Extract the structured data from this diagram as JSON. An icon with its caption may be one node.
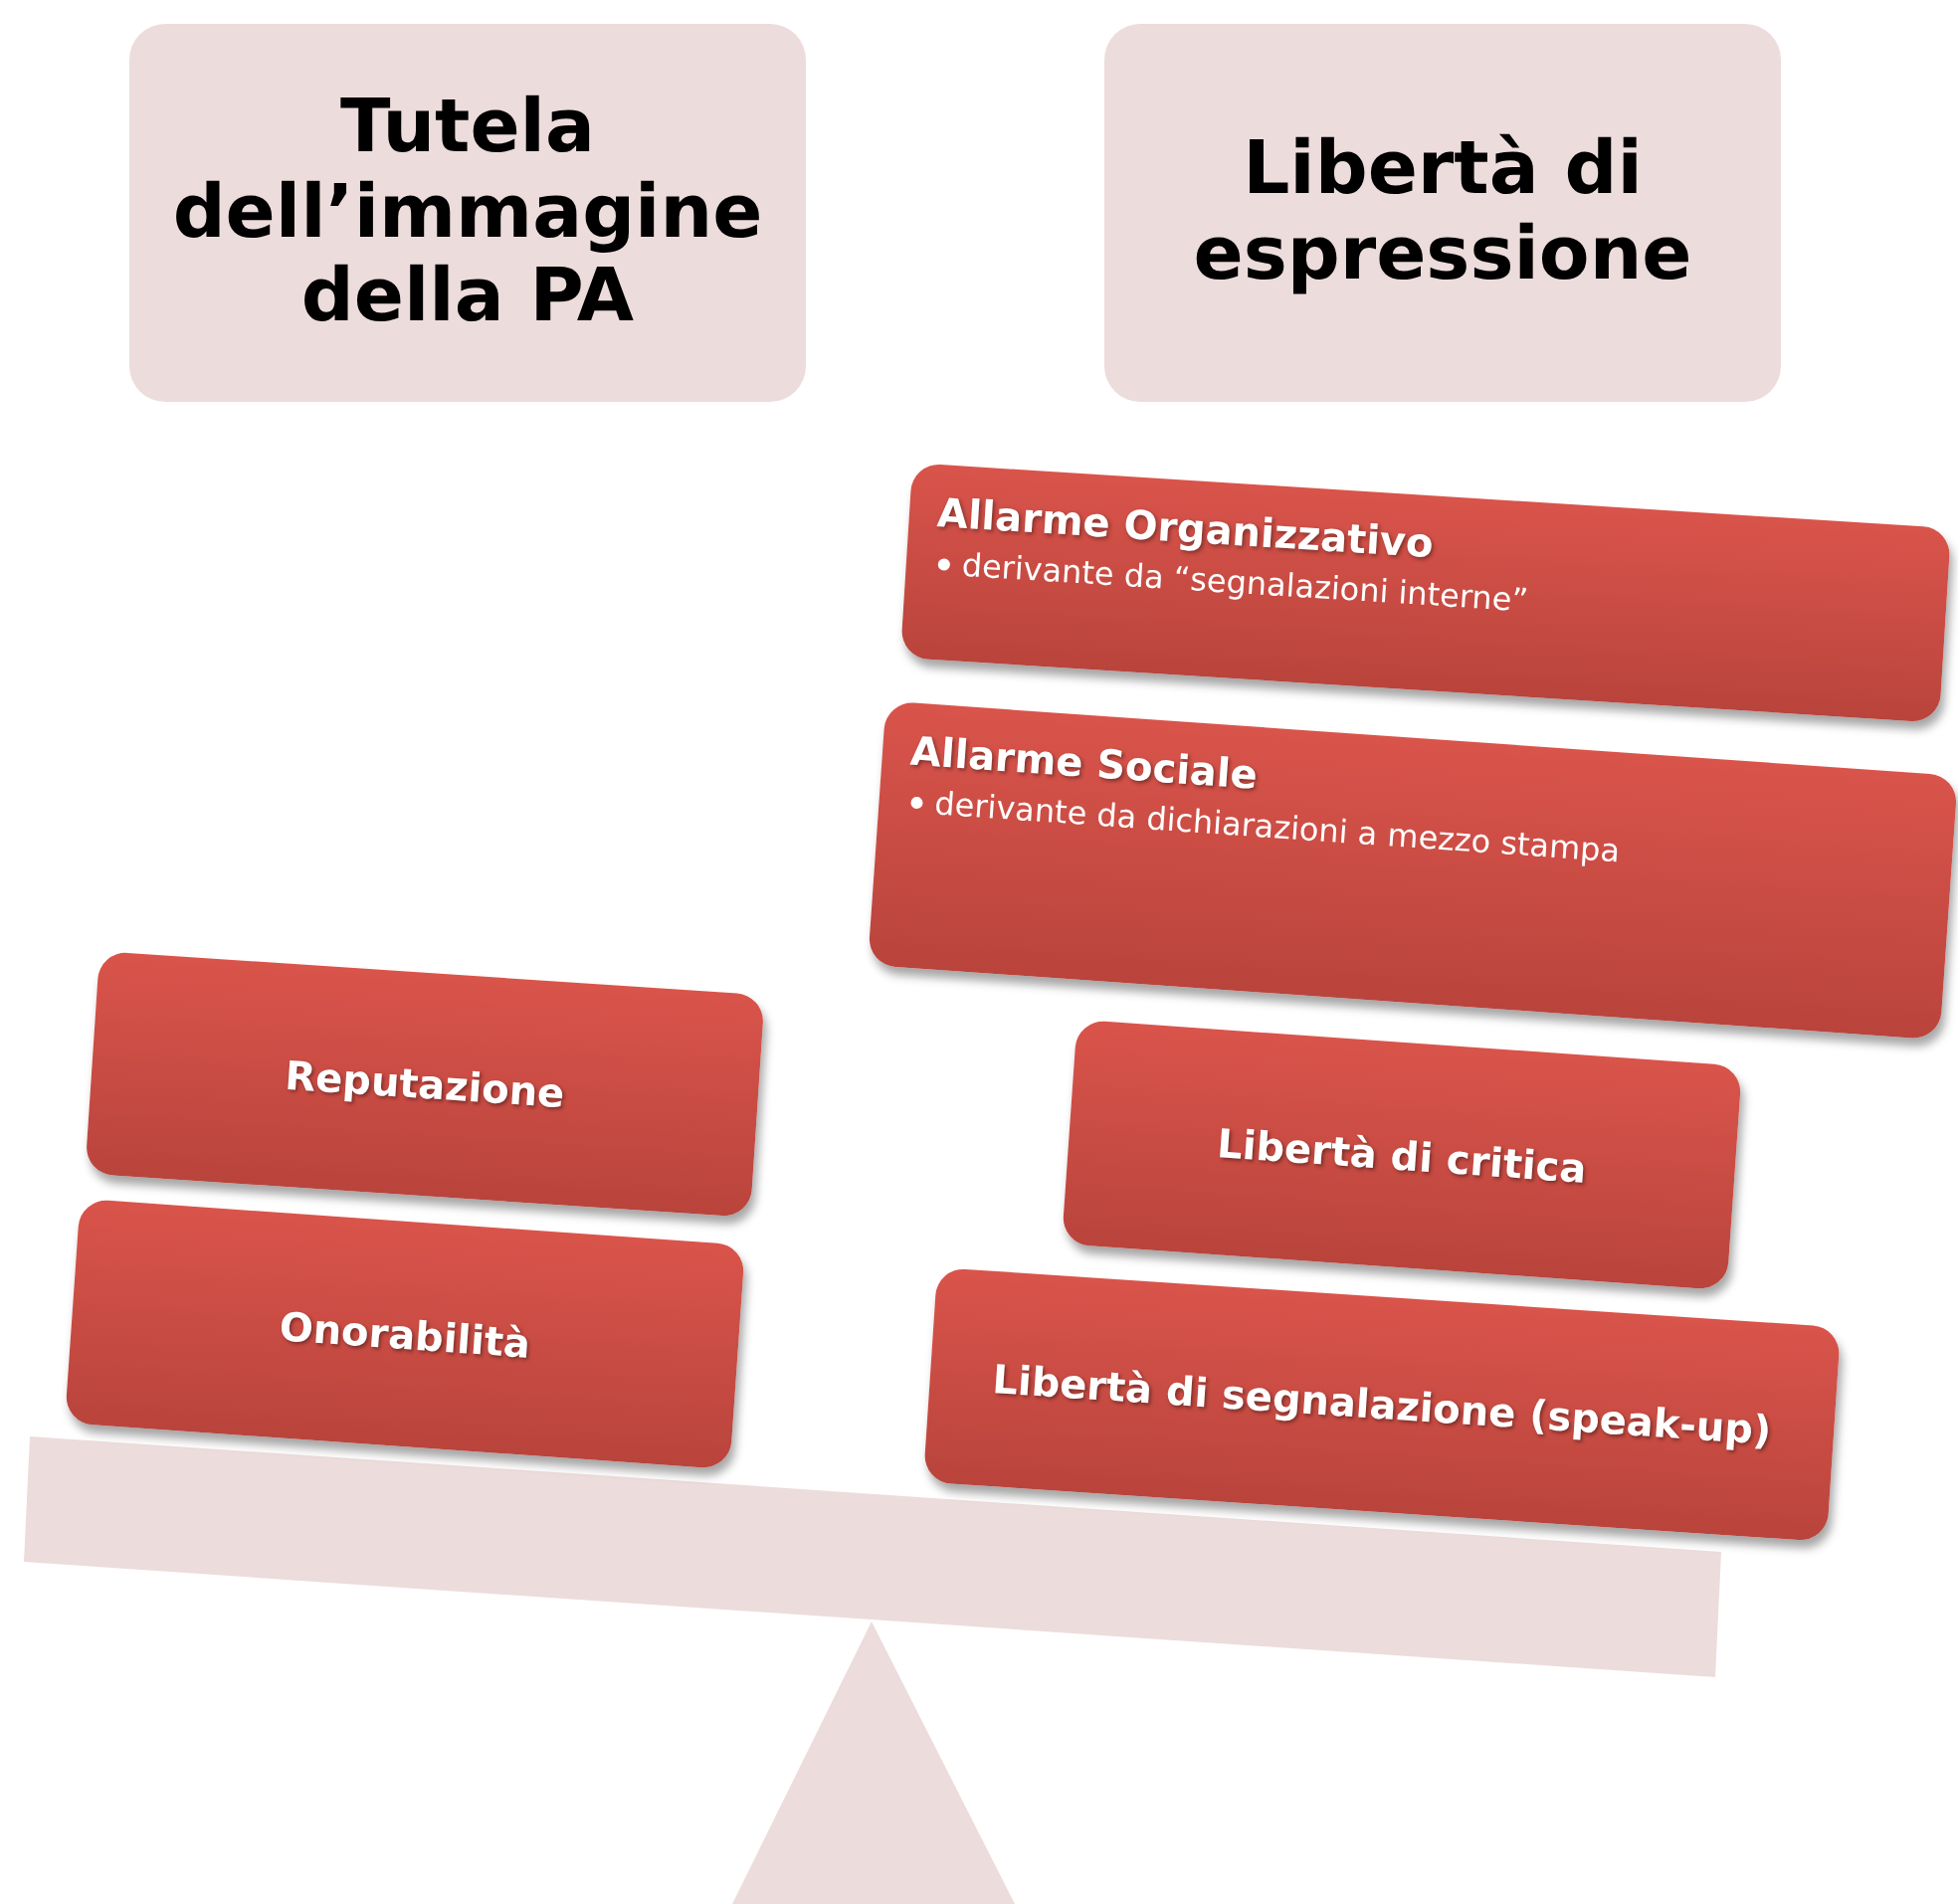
{
  "diagram": {
    "nodes": [
      {
        "text": [
          "Tutela dell’immagine della PA"
        ]
      },
      {
        "text": [
          "Libertà di espressione"
        ]
      },
      {
        "text": [
          "Allarme Organizzativo",
          "derivante da “segnalazioni interne”"
        ]
      },
      {
        "text": [
          "Allarme Sociale",
          "derivante da dichiarazioni a mezzo stampa"
        ]
      },
      {
        "text": [
          "Reputazione"
        ]
      },
      {
        "text": [
          "Onorabilità"
        ]
      },
      {
        "text": [
          "Libertà di critica"
        ]
      },
      {
        "text": [
          "Libertà di segnalazione (speak-up)"
        ]
      }
    ]
  }
}
